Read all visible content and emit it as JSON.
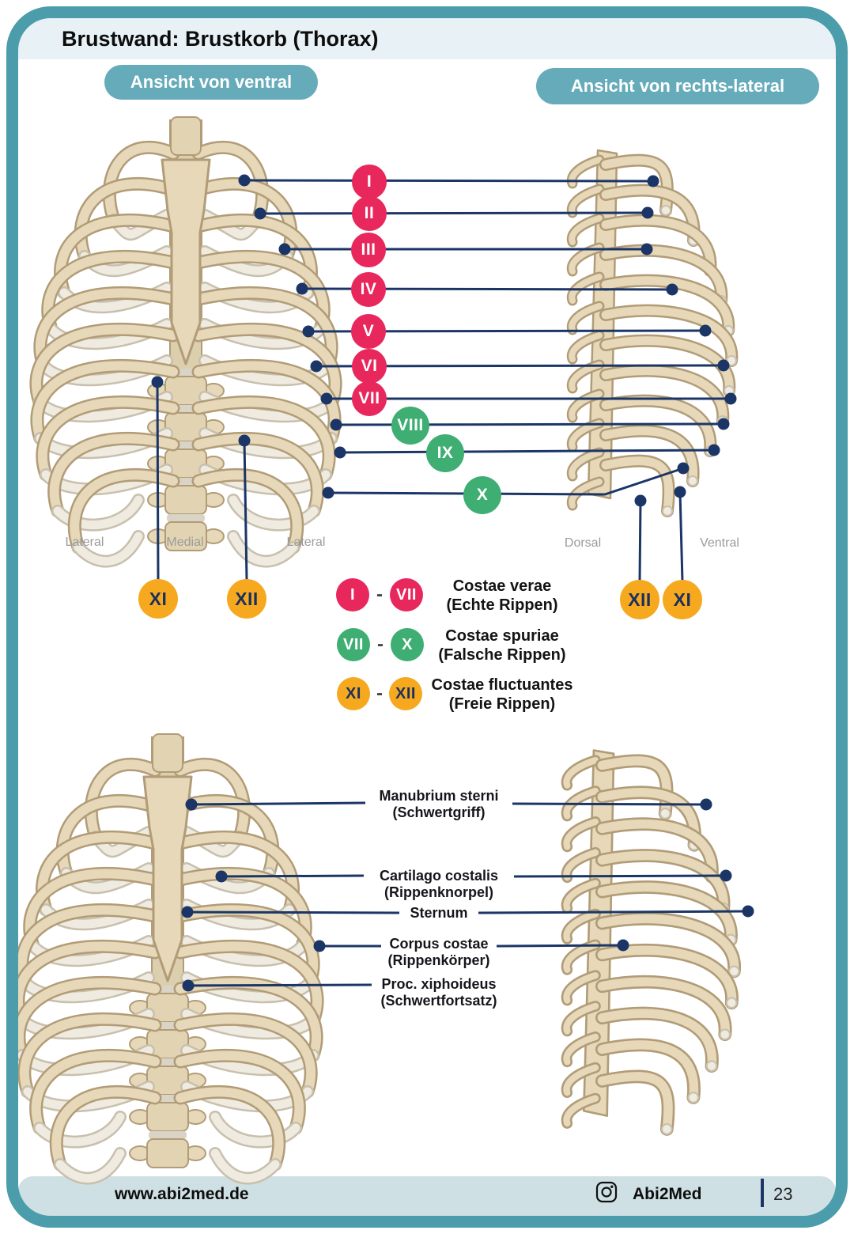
{
  "page": {
    "title": "Brustwand: Brustkorb (Thorax)"
  },
  "views": {
    "ventral": "Ansicht von ventral",
    "lateral": "Ansicht von rechts-lateral"
  },
  "ribs": {
    "roman": [
      "I",
      "II",
      "III",
      "IV",
      "V",
      "VI",
      "VII",
      "VIII",
      "IX",
      "X"
    ],
    "floating_left": [
      "XI",
      "XII"
    ],
    "floating_right": [
      "XII",
      "XI"
    ]
  },
  "orientation": [
    "Lateral",
    "Medial",
    "Lateral",
    "Dorsal",
    "Ventral"
  ],
  "legend": [
    {
      "from": "I",
      "sep": "-",
      "to": "VII",
      "latin": "Costae verae",
      "german": "(Echte Rippen)"
    },
    {
      "from": "VII",
      "sep": "-",
      "to": "X",
      "latin": "Costae spuriae",
      "german": "(Falsche Rippen)"
    },
    {
      "from": "XI",
      "sep": "-",
      "to": "XII",
      "latin": "Costae fluctuantes",
      "german": "(Freie Rippen)"
    }
  ],
  "anatomy": [
    {
      "latin": "Manubrium sterni",
      "german": "(Schwertgriff)"
    },
    {
      "latin": "Cartilago costalis",
      "german": "(Rippenknorpel)"
    },
    {
      "latin": "Sternum",
      "german": ""
    },
    {
      "latin": "Corpus costae",
      "german": "(Rippenkörper)"
    },
    {
      "latin": "Proc. xiphoideus",
      "german": "(Schwertfortsatz)"
    }
  ],
  "footer": {
    "website": "www.abi2med.de",
    "instagram_handle": "Abi2Med",
    "page_number": "23"
  },
  "colors": {
    "true_ribs": "#E8275C",
    "false_ribs": "#3FAE73",
    "floating_ribs": "#F6A91E",
    "leader_line": "#1B3666",
    "frame": "#4C9DAB",
    "view_pill": "#66ABBA"
  }
}
